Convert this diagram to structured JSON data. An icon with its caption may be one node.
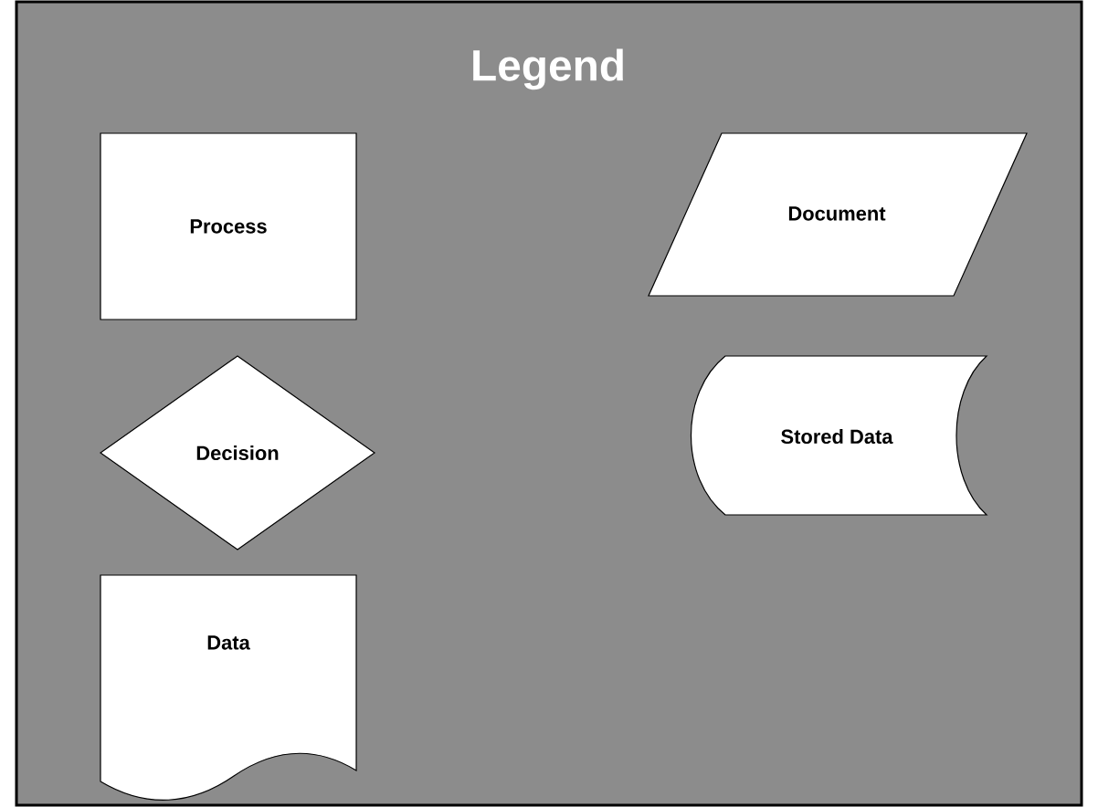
{
  "diagram": {
    "title": "Legend",
    "nodes": [
      {
        "text": [
          "Process"
        ]
      },
      {
        "text": [
          "Decision"
        ]
      },
      {
        "text": [
          "Data"
        ]
      },
      {
        "text": [
          "Document"
        ]
      },
      {
        "text": [
          "Stored Data"
        ]
      }
    ]
  }
}
